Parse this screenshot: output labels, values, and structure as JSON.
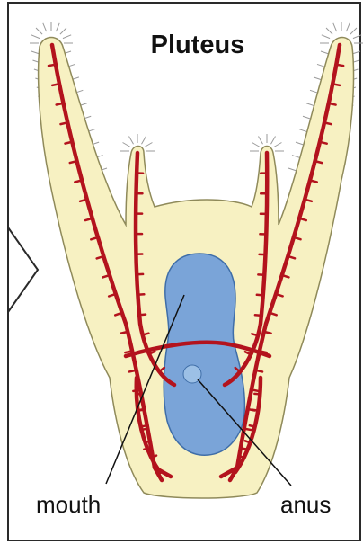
{
  "diagram": {
    "title": "Pluteus",
    "labels": {
      "mouth": "mouth",
      "anus": "anus"
    }
  },
  "colors": {
    "background": "#ffffff",
    "frame": "#2a2a2a",
    "body_fill": "#f7f1c2",
    "body_outline": "#8f8a5a",
    "skeleton_red": "#b3131d",
    "gut_blue": "#7aa4d8",
    "gut_outline": "#3f6ea8",
    "cilia": "#9a9a9a",
    "label_text": "#111111"
  },
  "icons": {
    "left_arrow": "chevron-right-icon"
  }
}
